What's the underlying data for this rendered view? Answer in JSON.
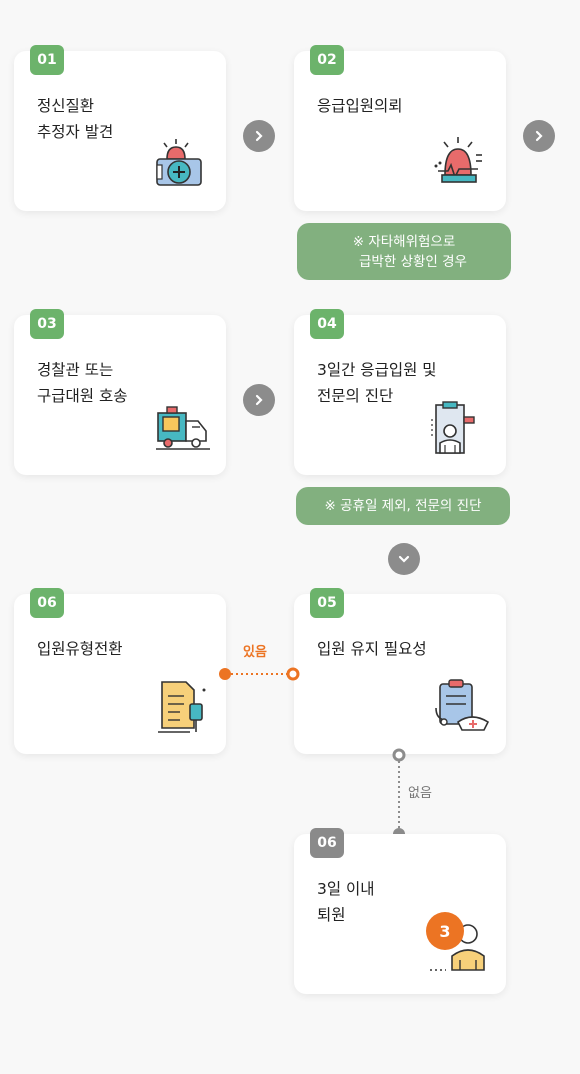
{
  "steps": {
    "s01": {
      "num": "01",
      "line1": "정신질환",
      "line2": "추정자 발견"
    },
    "s02": {
      "num": "02",
      "line1": "응급입원의뢰"
    },
    "s03": {
      "num": "03",
      "line1": "경찰관 또는",
      "line2": "구급대원 호송"
    },
    "s04": {
      "num": "04",
      "line1": "3일간 응급입원 및",
      "line2": "전문의 진단"
    },
    "s05": {
      "num": "05",
      "line1": "입원 유지 필요성"
    },
    "s06a": {
      "num": "06",
      "line1": "입원유형전환"
    },
    "s06b": {
      "num": "06",
      "line1": "3일 이내",
      "line2": "퇴원",
      "icon_badge": "3"
    }
  },
  "notes": {
    "note1": {
      "line1": "※ 자타해위험으로",
      "line2": "급박한 상황인 경우"
    },
    "note2": {
      "line1": "※ 공휴일 제외, 전문의 진단"
    }
  },
  "labels": {
    "yes": "있음",
    "no": "없음"
  },
  "colors": {
    "green": "#6cb36b",
    "note_green": "#82b07f",
    "orange": "#ec7423",
    "gray": "#8c8c8c"
  }
}
